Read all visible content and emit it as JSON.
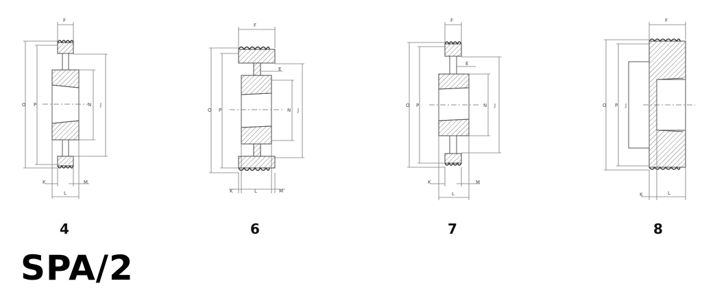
{
  "title": "SPA/2",
  "figures": [
    {
      "caption": "4",
      "dims": {
        "top": "F",
        "o": "O",
        "p": "P",
        "n": "N",
        "j": "J",
        "k": "K",
        "m": "M",
        "l": "L"
      }
    },
    {
      "caption": "6",
      "dims": {
        "top": "F",
        "e": "E",
        "o": "O",
        "p": "P",
        "n": "N",
        "j": "J",
        "k": "K",
        "m": "M",
        "l": "L"
      }
    },
    {
      "caption": "7",
      "dims": {
        "top": "F",
        "e": "E",
        "o": "O",
        "p": "P",
        "n": "N",
        "j": "J",
        "k": "K",
        "m": "M",
        "l": "L"
      }
    },
    {
      "caption": "8",
      "dims": {
        "top": "F",
        "o": "O",
        "p": "P",
        "j": "J",
        "k": "K",
        "l": "L"
      }
    }
  ]
}
